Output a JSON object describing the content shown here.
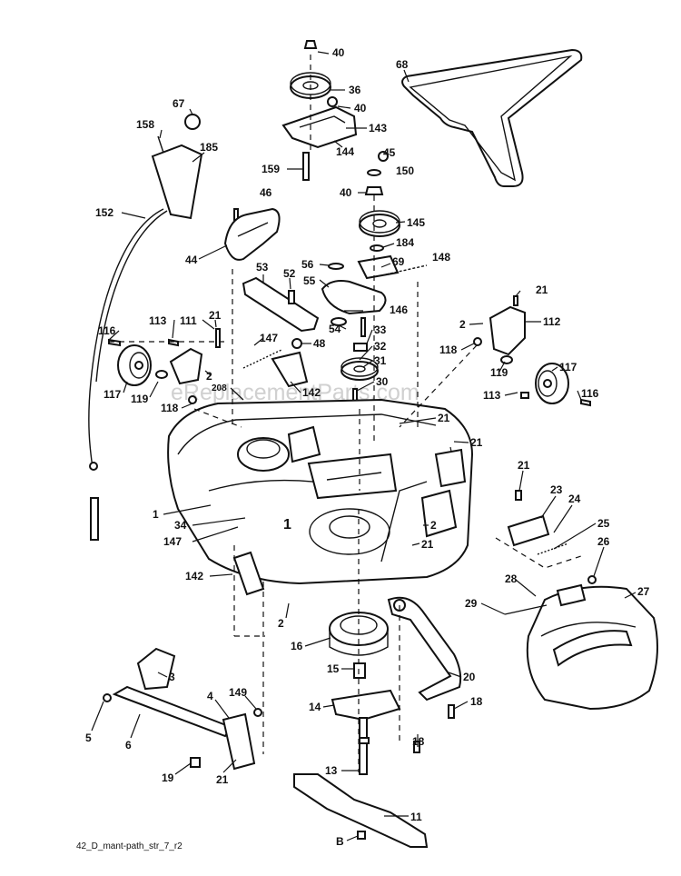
{
  "diagram": {
    "watermark": "eReplacementParts.com",
    "footer_code": "42_D_mant-path_str_7_r2",
    "labels": {
      "l40a": "40",
      "l36": "36",
      "l40b": "40",
      "l68": "68",
      "l67": "67",
      "l158": "158",
      "l185": "185",
      "l143": "143",
      "l144": "144",
      "l45": "45",
      "l150": "150",
      "l159": "159",
      "l40c": "40",
      "l152": "152",
      "l46": "46",
      "l145": "145",
      "l44": "44",
      "l184": "184",
      "l56": "56",
      "l69": "69",
      "l148": "148",
      "l53": "53",
      "l52": "52",
      "l55": "55",
      "l21a": "21",
      "l146": "146",
      "l2a": "2",
      "l112": "112",
      "l116a": "116",
      "l113a": "113",
      "l111": "111",
      "l21b": "21",
      "l54": "54",
      "l33": "33",
      "l118a": "118",
      "l147a": "147",
      "l48": "48",
      "l32": "32",
      "l119a": "119",
      "l117a": "117",
      "l31": "31",
      "l2b": "2",
      "l117b": "117",
      "l119b": "119",
      "l208": "208",
      "l142a": "142",
      "l30": "30",
      "l113b": "113",
      "l116b": "116",
      "l118b": "118",
      "l21c": "21",
      "l21d": "21",
      "l21e": "21",
      "l23": "23",
      "l24": "24",
      "l1": "1",
      "l34": "34",
      "l2c": "2",
      "l25": "25",
      "l147b": "147",
      "l21f": "21",
      "l26": "26",
      "l142b": "142",
      "l28": "28",
      "l27": "27",
      "l29": "29",
      "l2d": "2",
      "l16": "16",
      "l20": "20",
      "l15": "15",
      "l3": "3",
      "l18a": "18",
      "l14": "14",
      "l4": "4",
      "l149": "149",
      "l18b": "18",
      "l5": "5",
      "l6": "6",
      "l19": "19",
      "l21g": "21",
      "l13": "13",
      "l11": "11",
      "l8": "B"
    }
  }
}
